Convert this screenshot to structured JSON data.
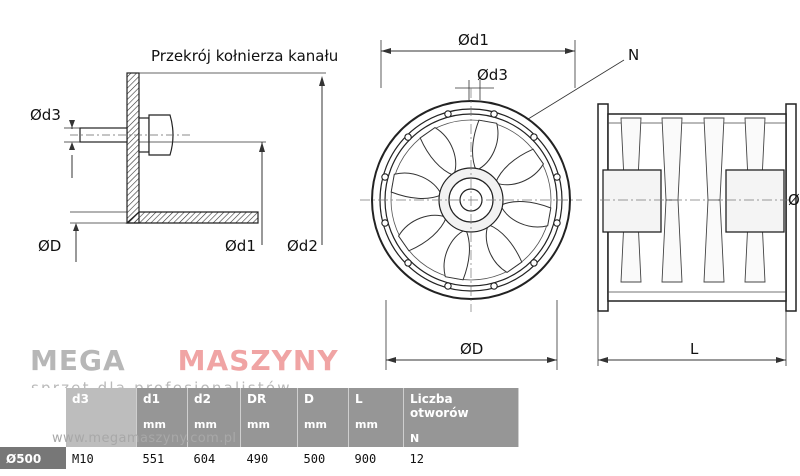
{
  "drawing": {
    "section_title": "Przekrój kołnierza kanału",
    "flange_labels": {
      "d3": "Ød3",
      "D": "ØD",
      "d1": "Ød1",
      "d2": "Ød2"
    },
    "front_labels": {
      "d1": "Ød1",
      "d3": "Ød3",
      "N": "N",
      "D": "ØD"
    },
    "side_labels": {
      "L": "L",
      "DR": "ØDR"
    }
  },
  "watermark": {
    "brand_left": "MEGA",
    "brand_right": "MASZYNY",
    "tagline": "sprzęt dla profesjonalistów",
    "url": "www.megamaszyny.com.pl"
  },
  "table": {
    "columns": [
      {
        "symbol": "d3",
        "unit": ""
      },
      {
        "symbol": "d1",
        "unit": "mm"
      },
      {
        "symbol": "d2",
        "unit": "mm"
      },
      {
        "symbol": "DR",
        "unit": "mm"
      },
      {
        "symbol": "D",
        "unit": "mm"
      },
      {
        "symbol": "L",
        "unit": "mm"
      },
      {
        "symbol": "Liczba otworów",
        "unit": "N"
      }
    ],
    "row": {
      "size": "Ø500",
      "values": [
        "M10",
        "551",
        "604",
        "490",
        "500",
        "900",
        "12"
      ]
    }
  }
}
